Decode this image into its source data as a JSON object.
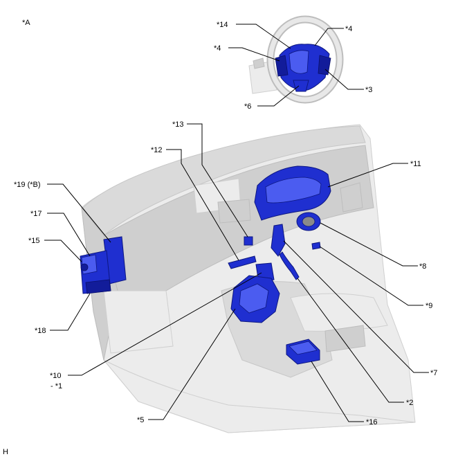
{
  "view_label": "*A",
  "footer_code": "H",
  "callouts": {
    "c14": "*14",
    "c4_top": "*4",
    "c4_left": "*4",
    "c3": "*3",
    "c6": "*6",
    "c13": "*13",
    "c12": "*12",
    "c11": "*11",
    "c19": "*19 (*B)",
    "c17": "*17",
    "c15": "*15",
    "c8": "*8",
    "c9": "*9",
    "c18": "*18",
    "c7": "*7",
    "c10": "*10",
    "c1": "- *1",
    "c2": "*2",
    "c5": "*5",
    "c16": "*16"
  }
}
